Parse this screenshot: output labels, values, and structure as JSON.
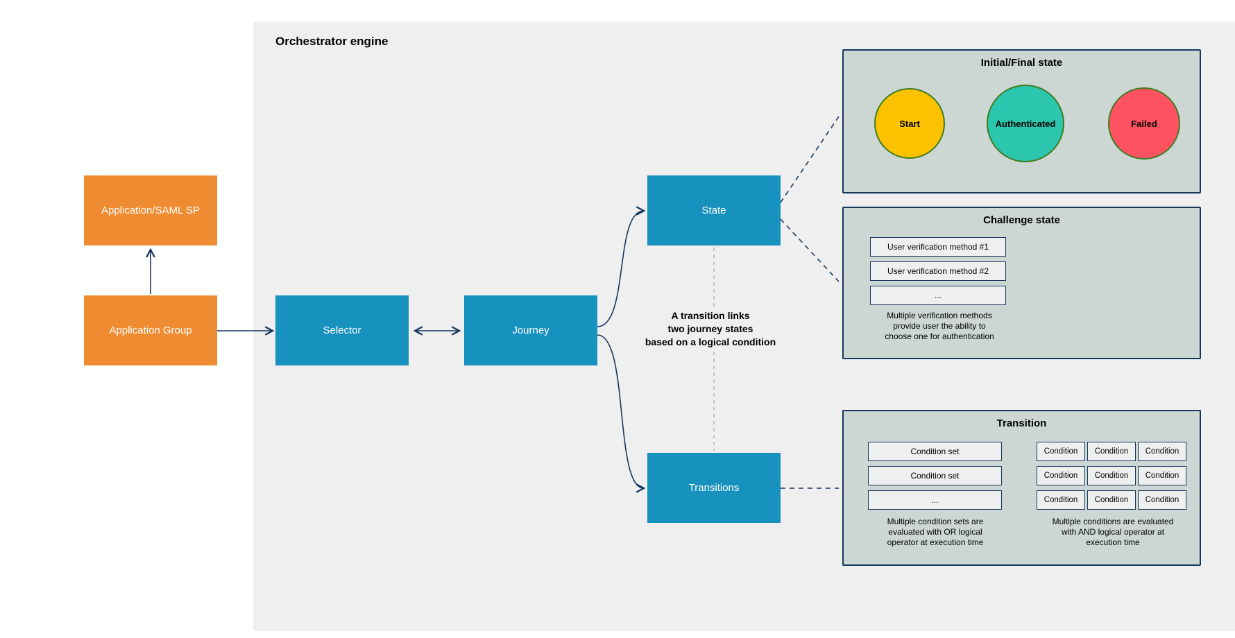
{
  "colors": {
    "engine_bg": "#efefef",
    "navy": "#17365c",
    "blue_box": "#1791bd",
    "orange_box": "#ef8c31",
    "panel_bg": "#ccd6d3",
    "inner_box_bg": "#eef0ef",
    "circle_border": "#3f7d20",
    "dashed_gray": "#b3b3b3"
  },
  "engine": {
    "title": "Orchestrator engine"
  },
  "nodes": {
    "app_saml": "Application/SAML SP",
    "app_group": "Application Group",
    "selector": "Selector",
    "journey": "Journey",
    "state": "State",
    "transitions": "Transitions"
  },
  "note": "A transition links\ntwo journey states\nbased on a logical condition",
  "initial_final_panel": {
    "title": "Initial/Final state",
    "states": [
      {
        "label": "Start",
        "color": "#fcc200"
      },
      {
        "label": "Authenticated",
        "color": "#2cc5ad"
      },
      {
        "label": "Failed",
        "color": "#fd5361"
      }
    ]
  },
  "challenge_panel": {
    "title": "Challenge state",
    "methods": [
      "User verification method #1",
      "User verification method #2",
      "..."
    ],
    "caption": "Multiple verification methods\nprovide user the ability to\nchoose one for authentication"
  },
  "transition_panel": {
    "title": "Transition",
    "condition_sets": [
      "Condition set",
      "Condition set",
      "..."
    ],
    "or_caption": "Multiple condition sets are\nevaluated with OR logical\noperator at execution time",
    "grid": [
      [
        "Condition",
        "Condition",
        "Condition"
      ],
      [
        "Condition",
        "Condition",
        "Condition"
      ],
      [
        "Condition",
        "Condition",
        "Condition"
      ]
    ],
    "and_caption": "Multiple conditions are evaluated\nwith AND logical operator at\nexecution time"
  }
}
